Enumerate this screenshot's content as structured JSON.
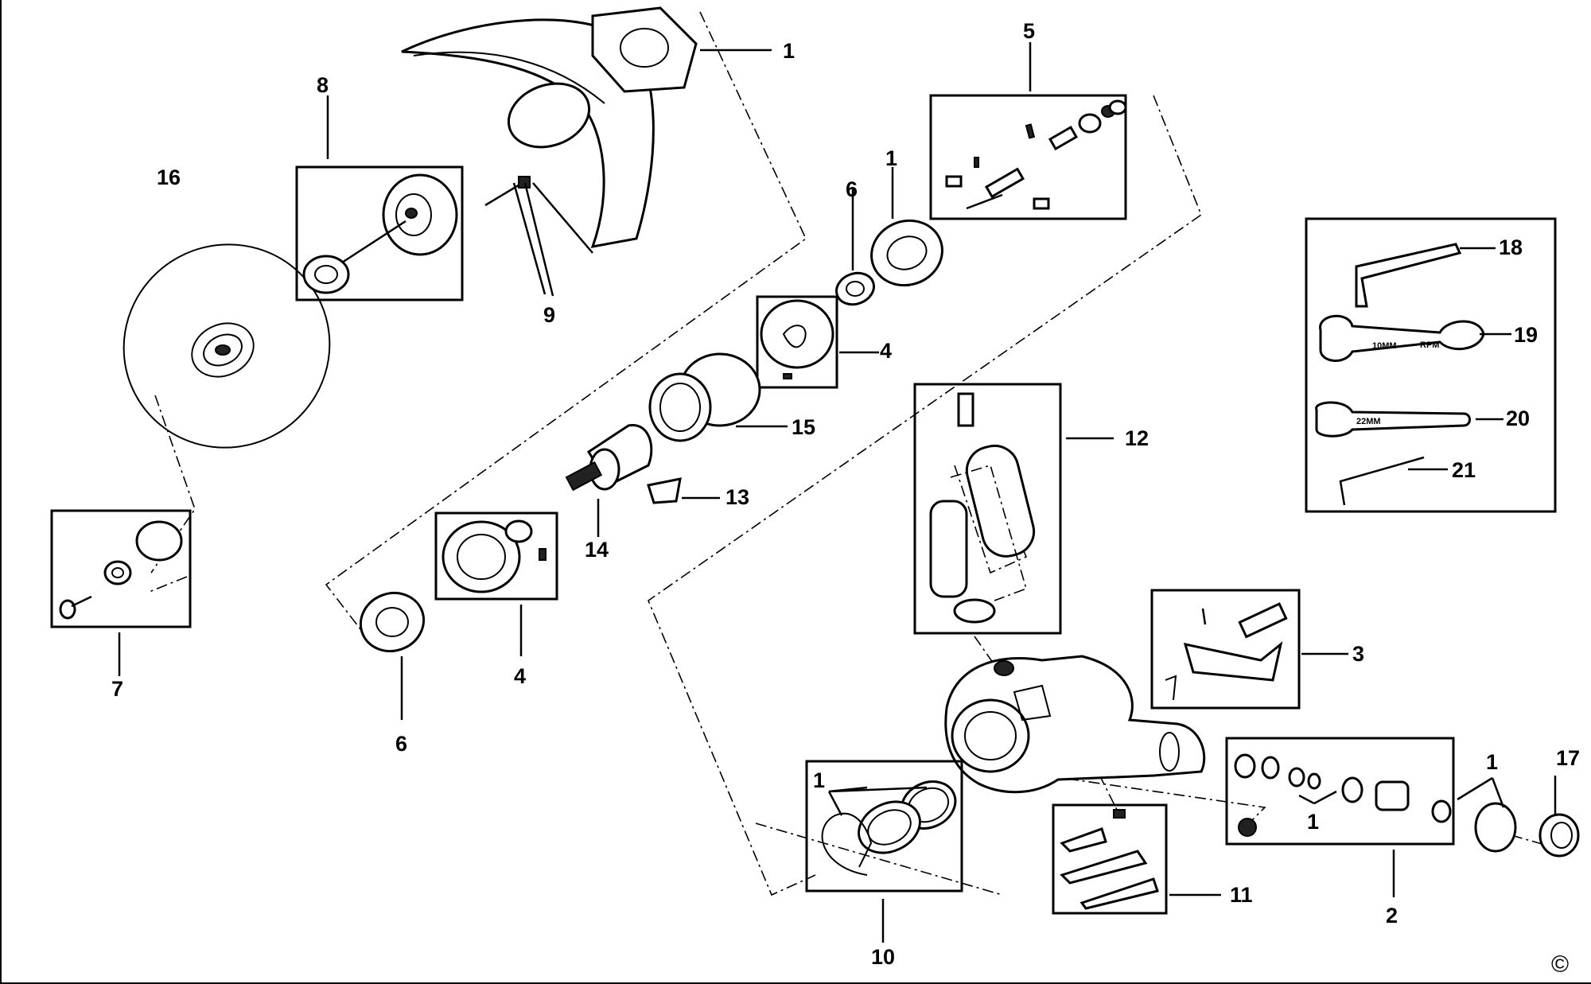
{
  "diagram": {
    "callouts": {
      "c1a": "1",
      "c1b": "1",
      "c1c": "1",
      "c1d": "1",
      "c1e": "1",
      "c2": "2",
      "c3": "3",
      "c4a": "4",
      "c4b": "4",
      "c5": "5",
      "c6a": "6",
      "c6b": "6",
      "c7": "7",
      "c8": "8",
      "c9": "9",
      "c10": "10",
      "c11": "11",
      "c12": "12",
      "c13": "13",
      "c14": "14",
      "c15": "15",
      "c16": "16",
      "c17": "17",
      "c18": "18",
      "c19": "19",
      "c20": "20",
      "c21": "21"
    },
    "wrench_text": {
      "w19_left": "10MM",
      "w19_right": "RPM",
      "w20": "22MM"
    },
    "copyright": "©"
  }
}
